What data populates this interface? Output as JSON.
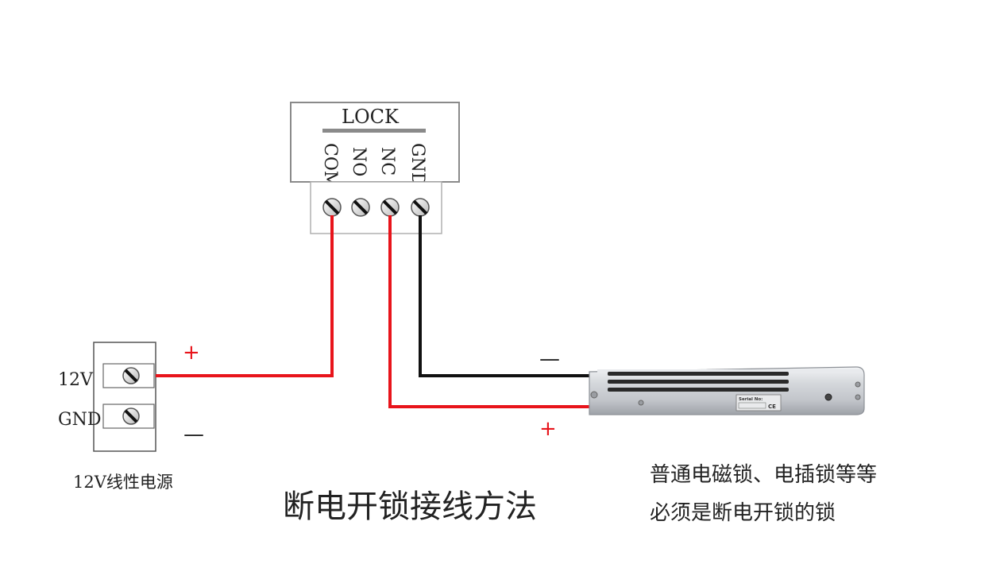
{
  "controller": {
    "title": "LOCK",
    "terminals": [
      "COM",
      "NO",
      "NC",
      "GND"
    ]
  },
  "power_supply": {
    "terminal_12v": "12V",
    "terminal_gnd": "GND",
    "caption": "12V线性电源"
  },
  "signs": {
    "psu_plus": "+",
    "psu_minus": "—",
    "lock_minus": "—",
    "lock_plus": "+"
  },
  "maglock": {
    "serial_label": "Serial No:",
    "ce_mark": "CE"
  },
  "note": {
    "line1": "普通电磁锁、电插锁等等",
    "line2": "必须是断电开锁的锁"
  },
  "main_title": "断电开锁接线方法",
  "colors": {
    "positive_wire": "#e8141b",
    "negative_wire": "#111111",
    "box_border": "#8a8a8a"
  }
}
